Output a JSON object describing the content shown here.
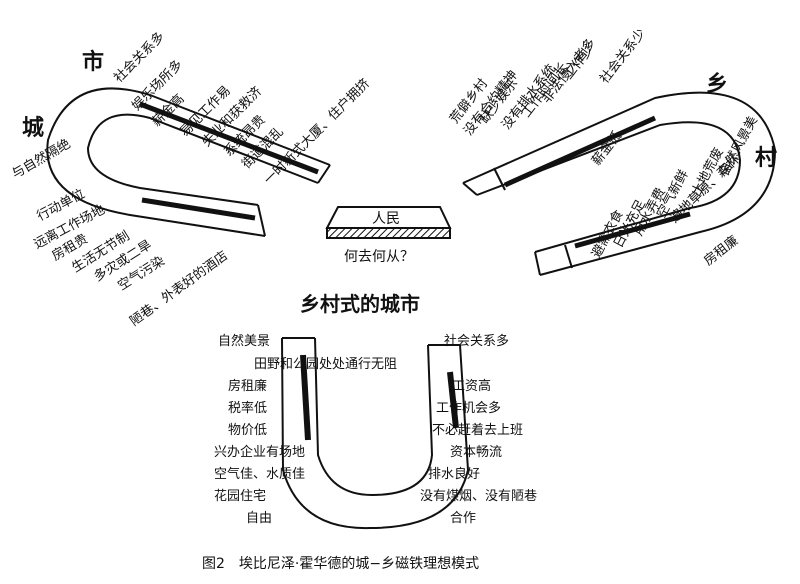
{
  "city": {
    "name_chars": [
      "城",
      "市"
    ],
    "items": [
      "与自然隔绝",
      "行动单位",
      "远离工作场地",
      "房租贵",
      "生活无节制",
      "多灾或二旱",
      "空气污染",
      "陋巷、外表好的酒店",
      "社会关系多",
      "娱乐场所多",
      "薪金高",
      "易见工作易",
      "失业和获救济",
      "系统昂贵",
      "街道混乱",
      "一时新式大厦、住户拥挤"
    ]
  },
  "country": {
    "name_chars": [
      "乡",
      "村"
    ],
    "items": [
      "社会关系少",
      "工作少",
      "非法侵入者多",
      "工作时间长",
      "没有排水系统",
      "缺少娱乐",
      "没有合约精神",
      "荒僻乡村",
      "薪金低",
      "自然风景美",
      "土地荒废",
      "遍地草原、森林",
      "空气新鲜",
      "用水弄费",
      "日光充足",
      "房租廉",
      "避需衣食"
    ]
  },
  "people": {
    "label": "人民",
    "question": "何去何从？"
  },
  "town_country": {
    "title": "乡村式的城市",
    "left_items": [
      "自然美景",
      "田野和公园处处通行无阻",
      "房租廉",
      "税率低",
      "物价低",
      "兴办企业有场地",
      "空气佳、水质佳",
      "花园住宅",
      "自由"
    ],
    "right_items": [
      "社会关系多",
      "工资高",
      "工作机会多",
      "不必赶着去上班",
      "资本畅流",
      "排水良好",
      "没有煤烟、没有陋巷",
      "合作"
    ]
  },
  "caption": "图2　埃比尼泽·霍华德的城−乡磁铁理想模式"
}
